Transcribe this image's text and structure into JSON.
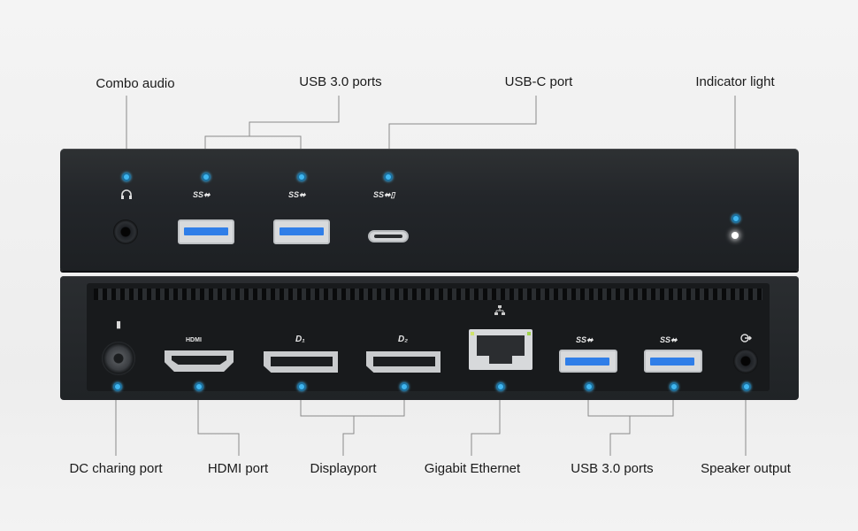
{
  "callouts": {
    "combo_audio": "Combo audio",
    "usb30_top": "USB 3.0 ports",
    "usbc": "USB-C port",
    "indicator": "Indicator light",
    "dc": "DC charing port",
    "hdmi": "HDMI port",
    "displayport": "Displayport",
    "ethernet": "Gigabit Ethernet",
    "usb30_bottom": "USB 3.0 ports",
    "speaker": "Speaker output"
  },
  "port_marks": {
    "hdmi": "HDMI",
    "dp1": "D₁",
    "dp2": "D₂",
    "ss": "SS⬌",
    "ss_c": "SS⬌▯"
  },
  "colors": {
    "accent_dot": "#3fb6f0",
    "usb_blue": "#2f7ee8",
    "chassis": "#23262a"
  }
}
